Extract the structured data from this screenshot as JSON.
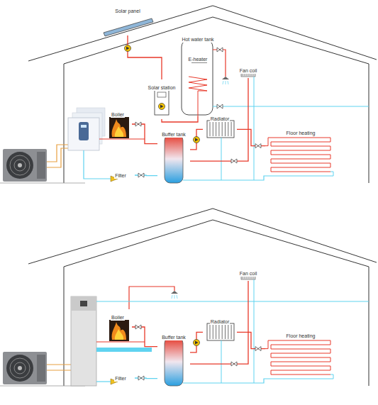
{
  "diagram": {
    "nodes": [
      {
        "text": [
          "Solar panel"
        ]
      },
      {
        "text": [
          "Solar station"
        ]
      },
      {
        "text": [
          "Hot water tank"
        ]
      },
      {
        "text": [
          "E-heater"
        ],
        "in": 2
      },
      {
        "text": [
          "Fan coil"
        ]
      },
      {
        "text": [
          "Boiler"
        ]
      },
      {
        "text": [
          "Buffer tank"
        ]
      },
      {
        "text": [
          "Radiator"
        ]
      },
      {
        "text": [
          "Floor heating"
        ]
      },
      {
        "text": [
          "Filter"
        ]
      },
      {
        "text": [
          "Fan coil"
        ]
      },
      {
        "text": [
          "Boiler"
        ]
      },
      {
        "text": [
          "Buffer tank"
        ]
      },
      {
        "text": [
          "Radiator"
        ]
      },
      {
        "text": [
          "Floor heating"
        ]
      },
      {
        "text": [
          "Filter"
        ]
      }
    ],
    "edges": [
      {
        "from": 0,
        "to": 1,
        "arrow": "none"
      },
      {
        "from": 1,
        "to": 2,
        "arrow": "none"
      },
      {
        "from": 5,
        "to": 6,
        "arrow": "none"
      },
      {
        "from": 6,
        "to": 7,
        "arrow": "none"
      },
      {
        "from": 7,
        "to": 8,
        "arrow": "none"
      },
      {
        "from": 6,
        "to": 4,
        "arrow": "none"
      },
      {
        "from": 9,
        "to": 6,
        "arrow": "none"
      },
      {
        "from": 11,
        "to": 12,
        "arrow": "none"
      },
      {
        "from": 12,
        "to": 13,
        "arrow": "none"
      },
      {
        "from": 13,
        "to": 14,
        "arrow": "none"
      },
      {
        "from": 12,
        "to": 10,
        "arrow": "none"
      },
      {
        "from": 15,
        "to": 12,
        "arrow": "none"
      }
    ]
  }
}
